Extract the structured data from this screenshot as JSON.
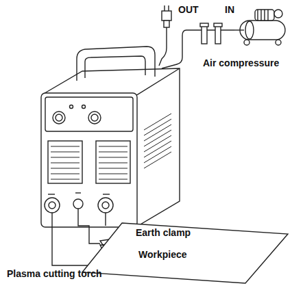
{
  "diagram": {
    "nodes": [
      {
        "text": [
          "Workpiece"
        ]
      }
    ],
    "labels": [
      "OUT",
      "IN",
      "Air compressure",
      "Earth clamp",
      "Plasma cutting torch"
    ]
  }
}
